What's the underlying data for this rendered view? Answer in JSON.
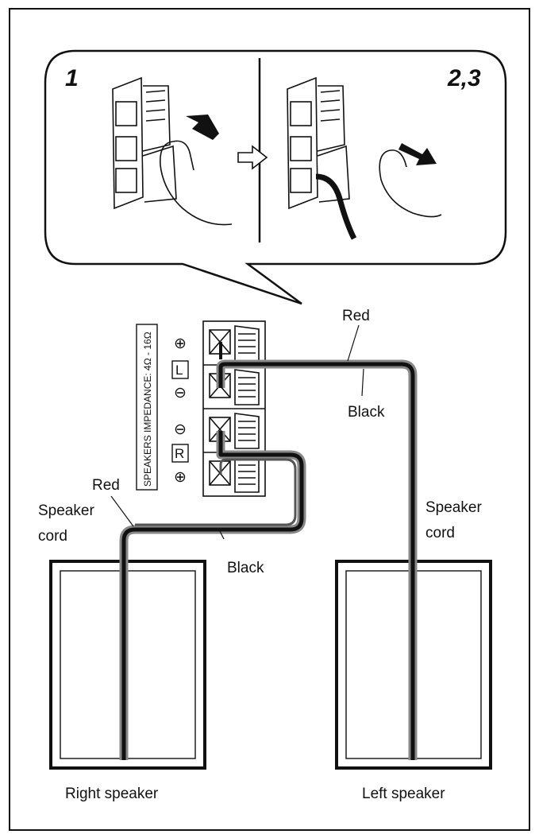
{
  "steps": {
    "left": "1",
    "right": "2,3"
  },
  "terminal_panel": {
    "impedance_label": "SPEAKERS IMPEDANCE: 4Ω - 16Ω",
    "left_channel": "L",
    "right_channel": "R",
    "plus_symbol": "⊕",
    "minus_symbol": "⊖"
  },
  "labels": {
    "red_top": "Red",
    "black_top": "Black",
    "red_bottom": "Red",
    "speaker_cord_left_1": "Speaker",
    "speaker_cord_left_2": "cord",
    "black_bottom": "Black",
    "speaker_cord_right_1": "Speaker",
    "speaker_cord_right_2": "cord",
    "right_speaker": "Right speaker",
    "left_speaker": "Left speaker"
  }
}
